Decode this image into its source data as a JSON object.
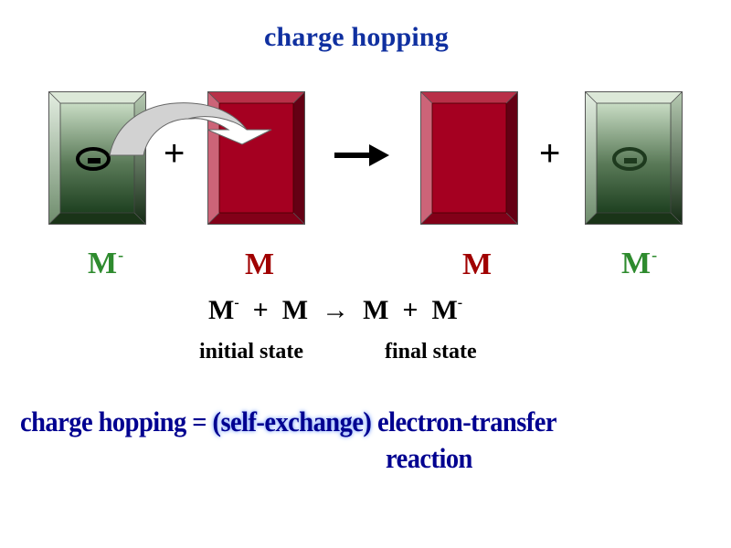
{
  "title": "charge hopping",
  "colors": {
    "title": "#1030a0",
    "green_label": "#2e8b2e",
    "red_label": "#a00000",
    "definition": "#000090",
    "red_face": "#a50021",
    "green_face_top": "#c8dcc4",
    "green_face_bottom": "#1e4020",
    "hop_arrow": "#d0d0d0"
  },
  "diagram": {
    "boxes": [
      {
        "id": "reduced-left",
        "color": "green",
        "has_charge": true,
        "charge_symbol": "minus-in-circle"
      },
      {
        "id": "neutral-left",
        "color": "red",
        "has_charge": false
      },
      {
        "id": "neutral-right",
        "color": "red",
        "has_charge": false
      },
      {
        "id": "reduced-right",
        "color": "green",
        "has_charge": true,
        "charge_symbol": "minus-in-circle"
      }
    ],
    "operators": [
      "+",
      "→",
      "+"
    ],
    "hop_arrow": "curved-arrow"
  },
  "labels": {
    "l1": {
      "base": "M",
      "sup": "-"
    },
    "l2": {
      "base": "M",
      "sup": ""
    },
    "l3": {
      "base": "M",
      "sup": ""
    },
    "l4": {
      "base": "M",
      "sup": "-"
    }
  },
  "equation": {
    "t1": "M",
    "s1": "-",
    "t2": "  +  M  →  M  +  M",
    "s2": "-"
  },
  "states": {
    "initial": "initial state",
    "final": "final state"
  },
  "definition": {
    "part1": "charge hopping = ",
    "highlight": "(self-exchange)",
    "part2": " electron-transfer",
    "line2": "reaction"
  }
}
